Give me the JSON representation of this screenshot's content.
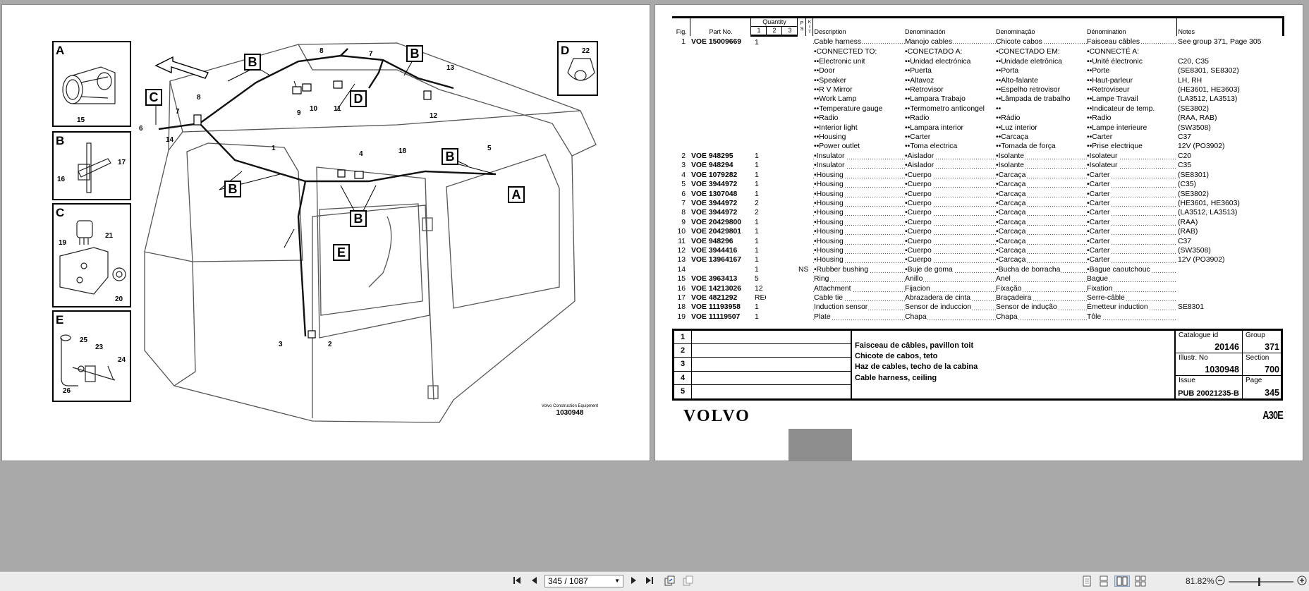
{
  "left_page": {
    "caption_brand": "Volvo Construction Equipment",
    "caption_number": "1030948",
    "insets": [
      {
        "letter": "A",
        "callouts": [
          "15"
        ]
      },
      {
        "letter": "B",
        "callouts": [
          "17",
          "16"
        ]
      },
      {
        "letter": "C",
        "callouts": [
          "21",
          "19",
          "20"
        ]
      },
      {
        "letter": "E",
        "callouts": [
          "25",
          "23",
          "24",
          "26"
        ]
      },
      {
        "letter": "D",
        "callouts": [
          "22"
        ]
      }
    ],
    "callouts": [
      "8",
      "7",
      "13",
      "8",
      "7",
      "6",
      "14",
      "9",
      "10",
      "11",
      "12",
      "1",
      "4",
      "18",
      "5",
      "3",
      "2"
    ],
    "letters": [
      "A",
      "B",
      "C",
      "D",
      "E"
    ]
  },
  "table": {
    "headers": {
      "fig": "Fig.",
      "part_no": "Part No.",
      "quantity": "Quantity",
      "q1": "1",
      "q2": "2",
      "q3": "3",
      "ps": "P S",
      "kit": "K I T",
      "description": "Description",
      "denominacion": "Denominación",
      "denominacao": "Denominação",
      "denomination": "Dénomination",
      "notes": "Notes"
    },
    "rows": [
      {
        "fig": "1",
        "pn": "VOE 15009669",
        "qty": "1",
        "ps": "",
        "d1": "Cable harness",
        "d2": "Manojo cables",
        "d3": "Chicote cabos",
        "d4": "Faisceau câbles",
        "notes": "See group 371, Page 305"
      },
      {
        "fig": "",
        "pn": "",
        "qty": "",
        "ps": "",
        "d1": "•CONNECTED TO:",
        "d2": "•CONECTADO A:",
        "d3": "•CONECTADO EM:",
        "d4": "•CONNECTÉ A:",
        "notes": ""
      },
      {
        "fig": "",
        "pn": "",
        "qty": "",
        "ps": "",
        "d1": "••Electronic unit",
        "d2": "••Unidad electrónica",
        "d3": "••Unidade eletrônica",
        "d4": "••Unité électronic",
        "notes": "C20, C35"
      },
      {
        "fig": "",
        "pn": "",
        "qty": "",
        "ps": "",
        "d1": "••Door",
        "d2": "••Puerta",
        "d3": "••Porta",
        "d4": "••Porte",
        "notes": "(SE8301, SE8302)"
      },
      {
        "fig": "",
        "pn": "",
        "qty": "",
        "ps": "",
        "d1": "••Speaker",
        "d2": "••Altavoz",
        "d3": "••Alto-falante",
        "d4": "••Haut-parleur",
        "notes": "LH, RH"
      },
      {
        "fig": "",
        "pn": "",
        "qty": "",
        "ps": "",
        "d1": "••R V Mirror",
        "d2": "••Retrovisor",
        "d3": "••Espelho retrovisor",
        "d4": "••Retroviseur",
        "notes": "(HE3601, HE3603)"
      },
      {
        "fig": "",
        "pn": "",
        "qty": "",
        "ps": "",
        "d1": "••Work Lamp",
        "d2": "••Lampara Trabajo",
        "d3": "••Lâmpada de trabalho",
        "d4": "••Lampe Travail",
        "notes": "(LA3512, LA3513)"
      },
      {
        "fig": "",
        "pn": "",
        "qty": "",
        "ps": "",
        "d1": "••Temperature gauge",
        "d2": "••Termometro anticongel",
        "d3": "••",
        "d4": "••Indicateur de temp.",
        "notes": "(SE3802)"
      },
      {
        "fig": "",
        "pn": "",
        "qty": "",
        "ps": "",
        "d1": "••Radio",
        "d2": "••Radio",
        "d3": "••Rádio",
        "d4": "••Radio",
        "notes": "(RAA, RAB)"
      },
      {
        "fig": "",
        "pn": "",
        "qty": "",
        "ps": "",
        "d1": "••Interior light",
        "d2": "••Lampara interior",
        "d3": "••Luz interior",
        "d4": "••Lampe interieure",
        "notes": "(SW3508)"
      },
      {
        "fig": "",
        "pn": "",
        "qty": "",
        "ps": "",
        "d1": "••Housing",
        "d2": "••Carter",
        "d3": "••Carcaça",
        "d4": "••Carter",
        "notes": "C37"
      },
      {
        "fig": "",
        "pn": "",
        "qty": "",
        "ps": "",
        "d1": "••Power outlet",
        "d2": "••Toma electrica",
        "d3": "••Tomada de força",
        "d4": "••Prise electrique",
        "notes": "12V (PO3902)"
      },
      {
        "fig": "2",
        "pn": "VOE 948295",
        "qty": "1",
        "ps": "",
        "d1": "•Insulator",
        "d2": "•Aislador",
        "d3": "•Isolante",
        "d4": "•Isolateur",
        "notes": "C20"
      },
      {
        "fig": "3",
        "pn": "VOE 948294",
        "qty": "1",
        "ps": "",
        "d1": "•Insulator",
        "d2": "•Aislador",
        "d3": "•Isolante",
        "d4": "•Isolateur",
        "notes": "C35"
      },
      {
        "fig": "4",
        "pn": "VOE 1079282",
        "qty": "1",
        "ps": "",
        "d1": "•Housing",
        "d2": "•Cuerpo",
        "d3": "•Carcaça",
        "d4": "•Carter",
        "notes": "(SE8301)"
      },
      {
        "fig": "5",
        "pn": "VOE 3944972",
        "qty": "1",
        "ps": "",
        "d1": "•Housing",
        "d2": "•Cuerpo",
        "d3": "•Carcaça",
        "d4": "•Carter",
        "notes": "(C35)"
      },
      {
        "fig": "6",
        "pn": "VOE 1307048",
        "qty": "1",
        "ps": "",
        "d1": "•Housing",
        "d2": "•Cuerpo",
        "d3": "•Carcaça",
        "d4": "•Carter",
        "notes": "(SE3802)"
      },
      {
        "fig": "7",
        "pn": "VOE 3944972",
        "qty": "2",
        "ps": "",
        "d1": "•Housing",
        "d2": "•Cuerpo",
        "d3": "•Carcaça",
        "d4": "•Carter",
        "notes": "(HE3601, HE3603)"
      },
      {
        "fig": "8",
        "pn": "VOE 3944972",
        "qty": "2",
        "ps": "",
        "d1": "•Housing",
        "d2": "•Cuerpo",
        "d3": "•Carcaça",
        "d4": "•Carter",
        "notes": "(LA3512, LA3513)"
      },
      {
        "fig": "9",
        "pn": "VOE 20429800",
        "qty": "1",
        "ps": "",
        "d1": "•Housing",
        "d2": "•Cuerpo",
        "d3": "•Carcaça",
        "d4": "•Carter",
        "notes": "(RAA)"
      },
      {
        "fig": "10",
        "pn": "VOE 20429801",
        "qty": "1",
        "ps": "",
        "d1": "•Housing",
        "d2": "•Cuerpo",
        "d3": "•Carcaça",
        "d4": "•Carter",
        "notes": "(RAB)"
      },
      {
        "fig": "11",
        "pn": "VOE 948296",
        "qty": "1",
        "ps": "",
        "d1": "•Housing",
        "d2": "•Cuerpo",
        "d3": "•Carcaça",
        "d4": "•Carter",
        "notes": "C37"
      },
      {
        "fig": "12",
        "pn": "VOE 3944416",
        "qty": "1",
        "ps": "",
        "d1": "•Housing",
        "d2": "•Cuerpo",
        "d3": "•Carcaça",
        "d4": "•Carter",
        "notes": "(SW3508)"
      },
      {
        "fig": "13",
        "pn": "VOE 13964167",
        "qty": "1",
        "ps": "",
        "d1": "•Housing",
        "d2": "•Cuerpo",
        "d3": "•Carcaça",
        "d4": "•Carter",
        "notes": "12V (PO3902)"
      },
      {
        "fig": "14",
        "pn": "",
        "qty": "1",
        "ps": "NS",
        "d1": "•Rubber bushing",
        "d2": "•Buje de goma",
        "d3": "•Bucha de borracha",
        "d4": "•Bague caoutchouc",
        "notes": ""
      },
      {
        "fig": "15",
        "pn": "VOE 3963413",
        "qty": "5",
        "ps": "",
        "d1": "Ring",
        "d2": "Anillo",
        "d3": "Anel",
        "d4": "Bague",
        "notes": ""
      },
      {
        "fig": "16",
        "pn": "VOE 14213026",
        "qty": "12",
        "ps": "",
        "d1": "Attachment",
        "d2": "Fijacion",
        "d3": "Fixação",
        "d4": "Fixation",
        "notes": ""
      },
      {
        "fig": "17",
        "pn": "VOE 4821292",
        "qty": "REQ",
        "ps": "",
        "d1": "Cable tie",
        "d2": "Abrazadera de cinta",
        "d3": "Braçadeira",
        "d4": "Serre-câble",
        "notes": ""
      },
      {
        "fig": "18",
        "pn": "VOE 11193958",
        "qty": "1",
        "ps": "",
        "d1": "Induction sensor",
        "d2": "Sensor de induccion",
        "d3": "Sensor de indução",
        "d4": "Émetteur induction",
        "notes": "SE8301"
      },
      {
        "fig": "19",
        "pn": "VOE 11119507",
        "qty": "1",
        "ps": "",
        "d1": "Plate",
        "d2": "Chapa",
        "d3": "Chapa",
        "d4": "Tôle",
        "notes": ""
      }
    ]
  },
  "title_block": {
    "rows": [
      "1",
      "2",
      "3",
      "4",
      "5"
    ],
    "titles": [
      "Faisceau de câbles, pavillon toit",
      "Chicote de cabos, teto",
      "Haz de cables, techo de la cabina",
      "Cable harness, ceiling"
    ],
    "catalogue_label": "Catalogue id",
    "catalogue_value": "20146",
    "group_label": "Group",
    "group_value": "371",
    "illustr_label": "Illustr. No",
    "illustr_value": "1030948",
    "section_label": "Section",
    "section_value": "700",
    "issue_label": "Issue",
    "issue_value": "PUB 20021235-B",
    "page_label": "Page",
    "page_value": "345"
  },
  "brand": "VOLVO",
  "model": "A30E",
  "statusbar": {
    "page_indicator": "345 / 1087",
    "zoom": "81.82%",
    "zoom_fraction": 0.46
  }
}
